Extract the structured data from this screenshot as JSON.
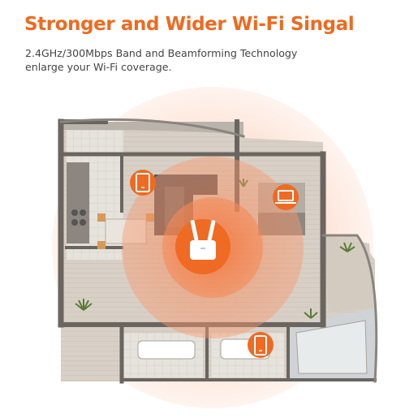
{
  "headline": {
    "text": "Stronger and Wider Wi-Fi Singal",
    "color": "#ee6a20"
  },
  "subline": {
    "line1": "2.4GHz/300Mbps Band and Beamforming Technology",
    "line2": "enlarge your Wi-Fi coverage."
  },
  "colors": {
    "accent": "#ef6a22",
    "signal": "#f58c5b",
    "wall": "#6b6560",
    "floor": "#d6cfc6"
  },
  "devices": [
    {
      "name": "tablet",
      "icon": "tablet-icon"
    },
    {
      "name": "laptop",
      "icon": "laptop-icon"
    },
    {
      "name": "router",
      "icon": "router-icon"
    },
    {
      "name": "smartphone",
      "icon": "smartphone-icon"
    }
  ]
}
